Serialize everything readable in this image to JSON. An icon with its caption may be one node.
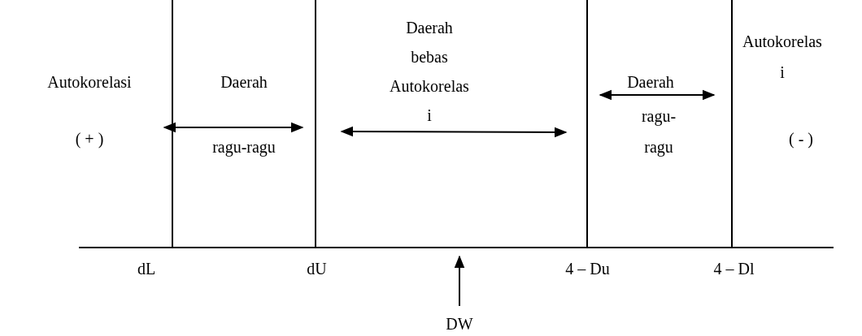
{
  "diagram": {
    "labels": [
      "Autokorelasi",
      "( + )",
      "Daerah",
      "ragu-ragu",
      "Daerah bebas Autokorelas i",
      "Daerah",
      "ragu- ragu",
      "Autokorelas i",
      "( - )",
      "dL",
      "dU",
      "4 – Du",
      "4 – Dl",
      "DW"
    ]
  }
}
